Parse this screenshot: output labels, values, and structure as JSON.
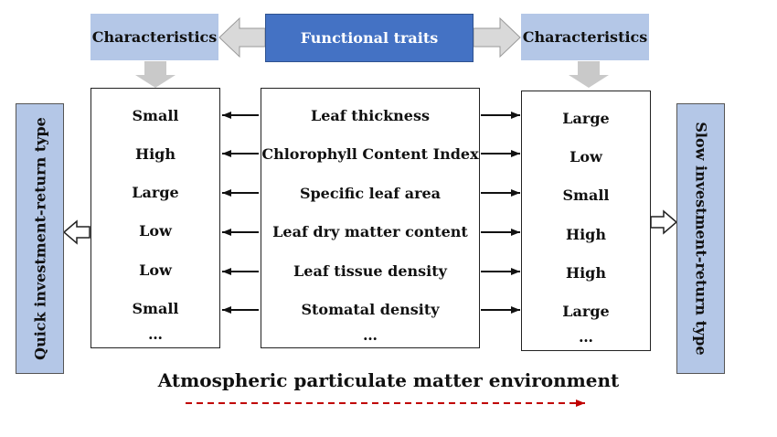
{
  "header": {
    "left_label": "Characteristics",
    "center_label": "Functional traits",
    "right_label": "Characteristics"
  },
  "traits": [
    "Leaf thickness",
    "Chlorophyll Content Index",
    "Specific leaf area",
    "Leaf dry matter content",
    "Leaf tissue density",
    "Stomatal density"
  ],
  "left_values": [
    "Small",
    "High",
    "Large",
    "Low",
    "Low",
    "Small"
  ],
  "right_values": [
    "Large",
    "Low",
    "Small",
    "High",
    "High",
    "Large"
  ],
  "ellipsis": "…",
  "left_type": "Quick investment-return type",
  "right_type": "Slow investment-return type",
  "environment_label": "Atmospheric particulate matter environment",
  "colors": {
    "light_blue": "#b4c7e7",
    "dark_blue": "#4472c4",
    "arrow_gray": "#d9d9d9",
    "dashed_red": "#c00000"
  }
}
